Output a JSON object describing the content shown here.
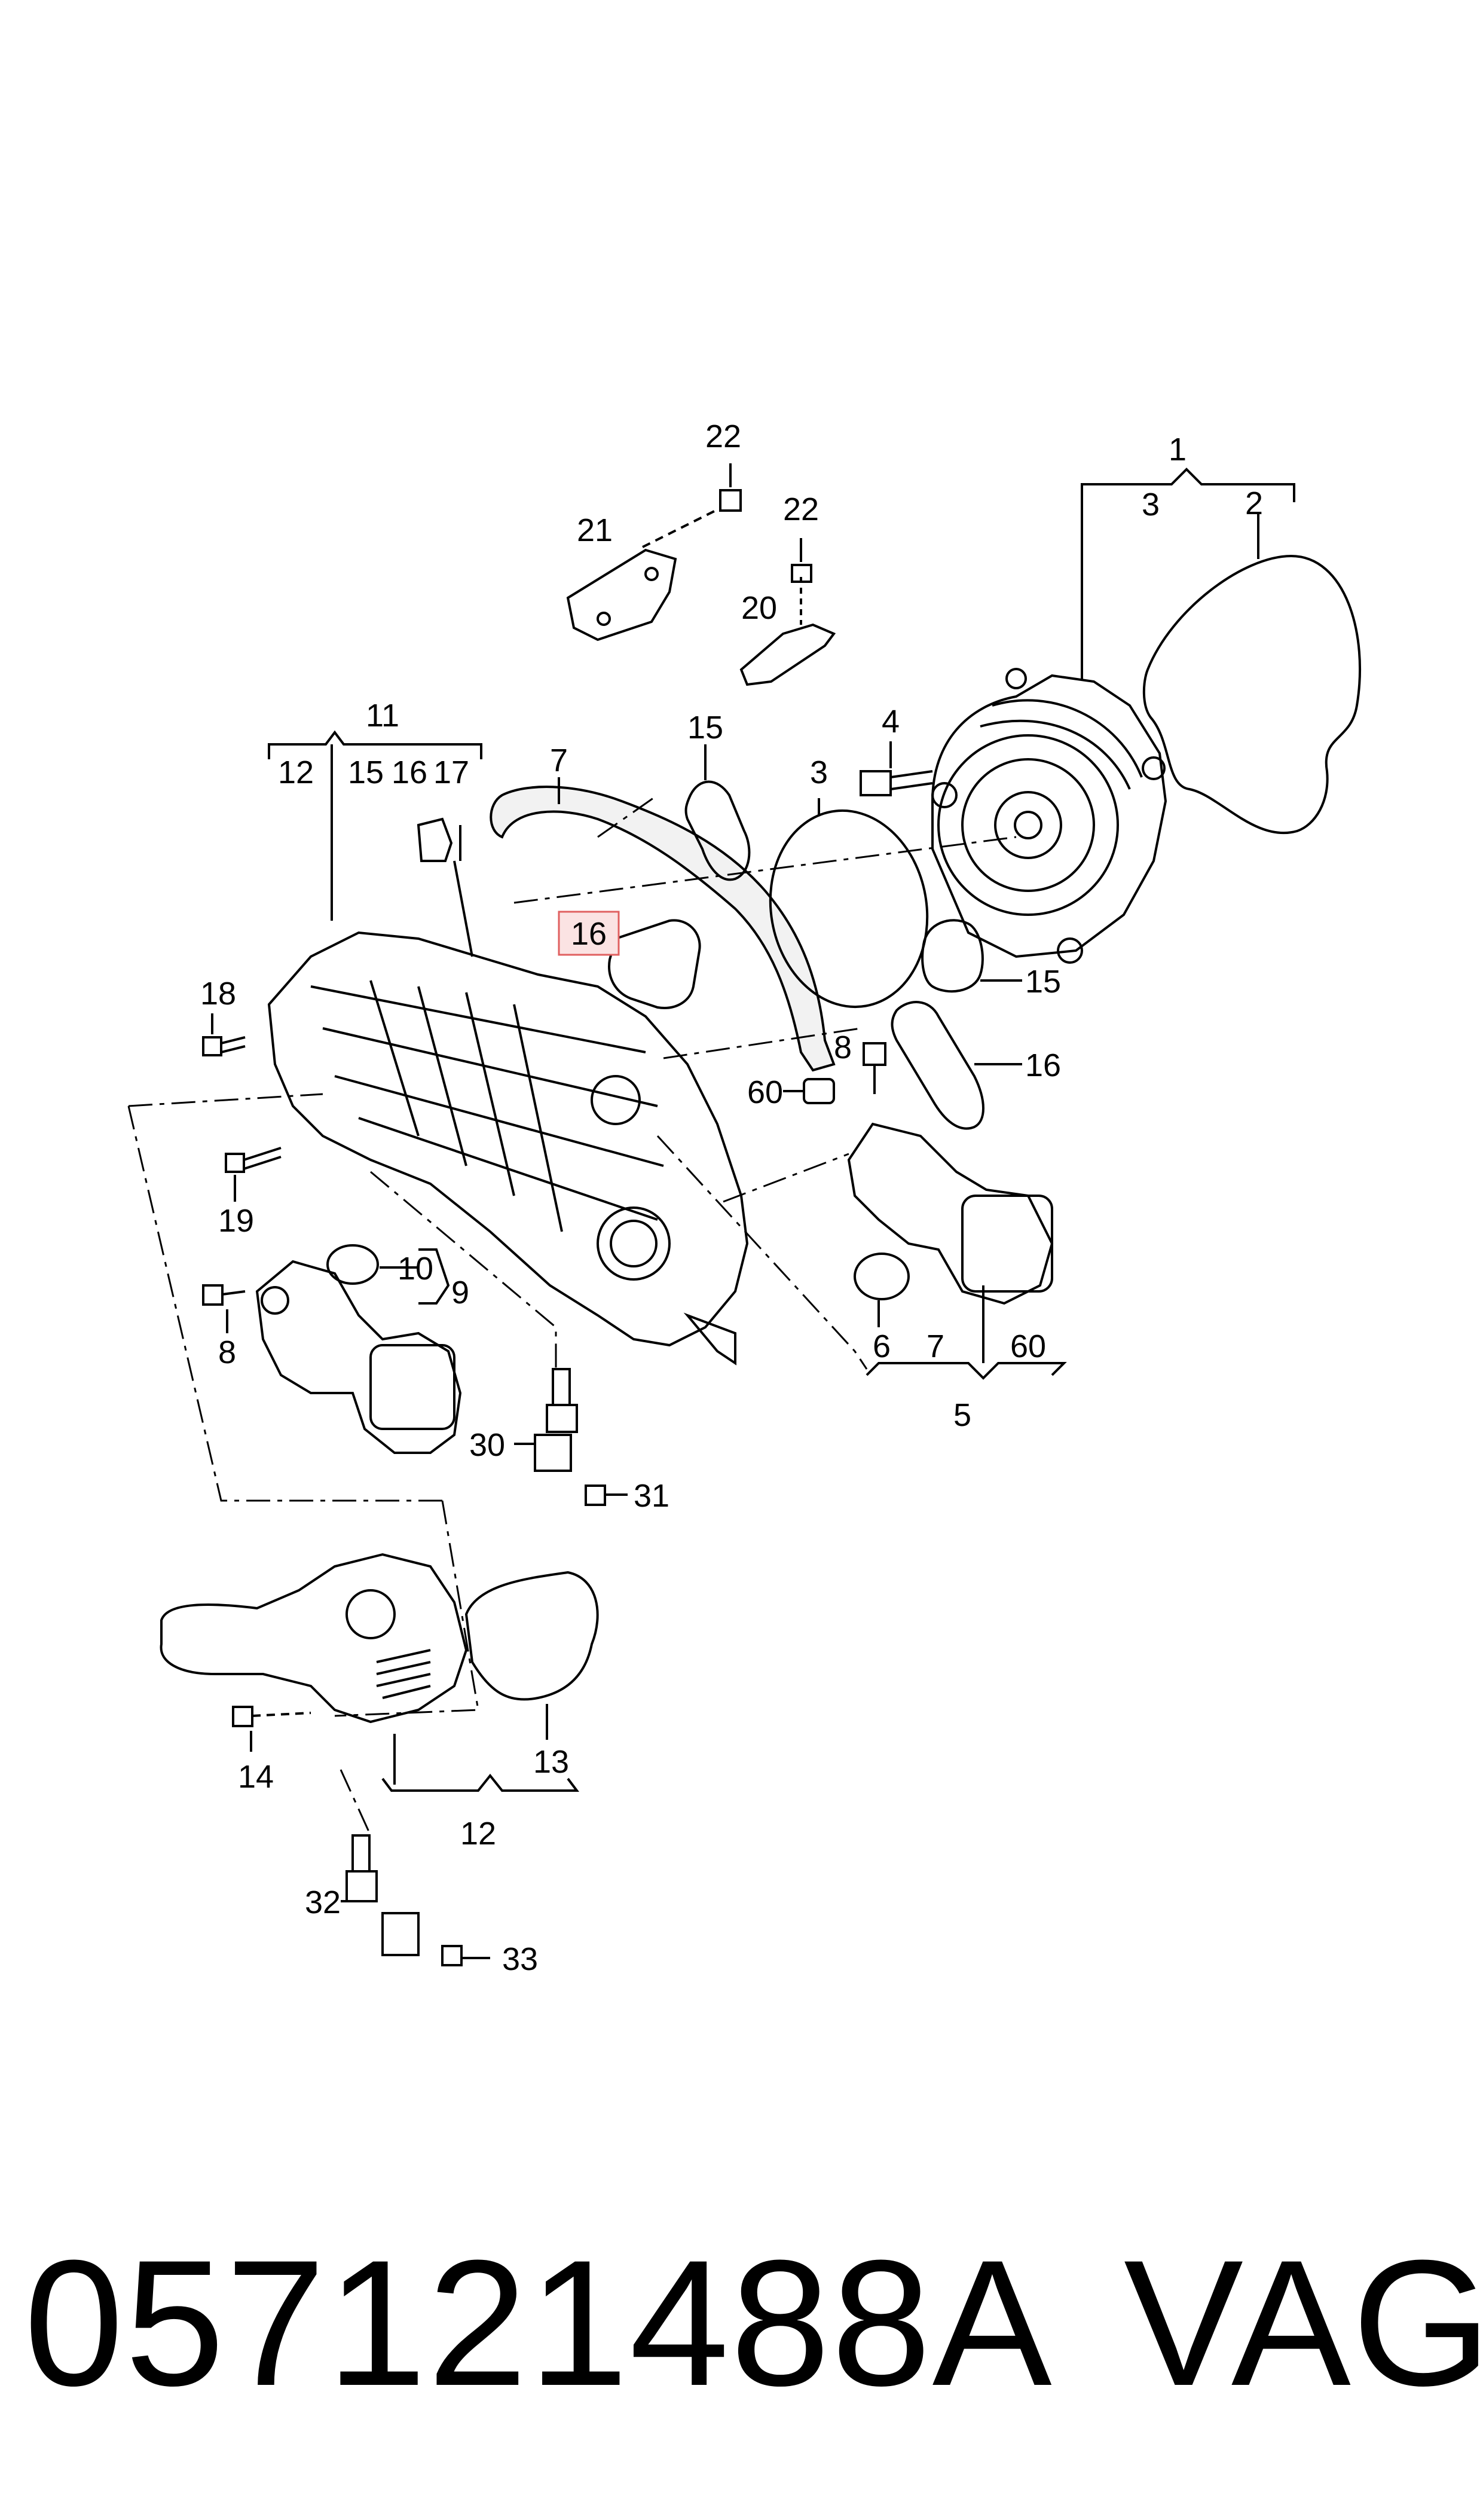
{
  "caption": {
    "part_number": "057121488A",
    "brand": "VAG"
  },
  "callouts": {
    "c1": "1",
    "c2": "2",
    "c3a": "3",
    "c3b": "3",
    "c4": "4",
    "c5": "5",
    "c6": "6",
    "c7a": "7",
    "c7b": "7",
    "c8a": "8",
    "c8b": "8",
    "c9": "9",
    "c10": "10",
    "c11": "11",
    "c12a": "12",
    "c12b": "12",
    "c13": "13",
    "c14": "14",
    "c15a": "15",
    "c15b": "15",
    "c15c": "15",
    "c16a": "16",
    "c16b": "16",
    "c16c": "16",
    "c17": "17",
    "c18": "18",
    "c19": "19",
    "c20": "20",
    "c21": "21",
    "c22a": "22",
    "c22b": "22",
    "c30": "30",
    "c31": "31",
    "c32": "32",
    "c33": "33",
    "c60a": "60",
    "c60b": "60"
  },
  "colors": {
    "line": "#000000",
    "highlight_box": "#e06060",
    "highlight_fill": "#fbe3e3"
  }
}
